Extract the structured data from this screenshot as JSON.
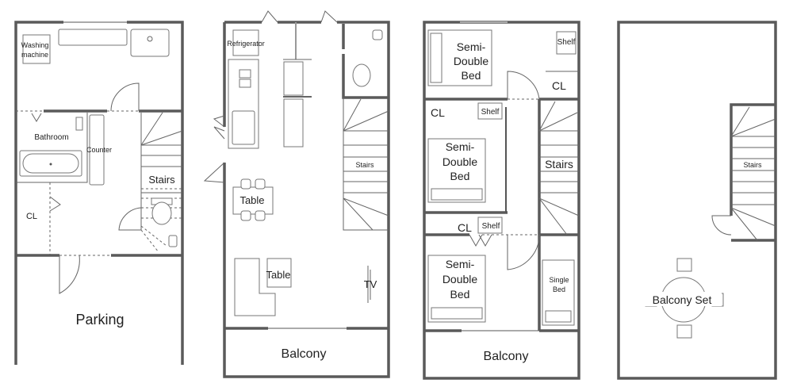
{
  "plan1": {
    "washing_machine": [
      "Washing",
      "machine"
    ],
    "bathroom": "Bathroom",
    "counter": "Counter",
    "stairs": "Stairs",
    "closet": "CL",
    "parking": "Parking"
  },
  "plan2": {
    "refrigerator": "Refrigerator",
    "stairs": "Stairs",
    "dining_table": "Table",
    "coffee_table": "Table",
    "tv": "TV",
    "balcony": "Balcony"
  },
  "plan3": {
    "bed1": [
      "Semi-",
      "Double",
      "Bed"
    ],
    "shelf1": "Shelf",
    "closet1": "CL",
    "closet2": "CL",
    "shelf2": "Shelf",
    "bed2": [
      "Semi-",
      "Double",
      "Bed"
    ],
    "stairs": "Stairs",
    "closet3": "CL",
    "shelf3": "Shelf",
    "bed3": [
      "Semi-",
      "Double",
      "Bed"
    ],
    "single_bed": [
      "Single",
      "Bed"
    ],
    "balcony": "Balcony"
  },
  "plan4": {
    "stairs": "Stairs",
    "balcony_set": "Balcony Set"
  }
}
